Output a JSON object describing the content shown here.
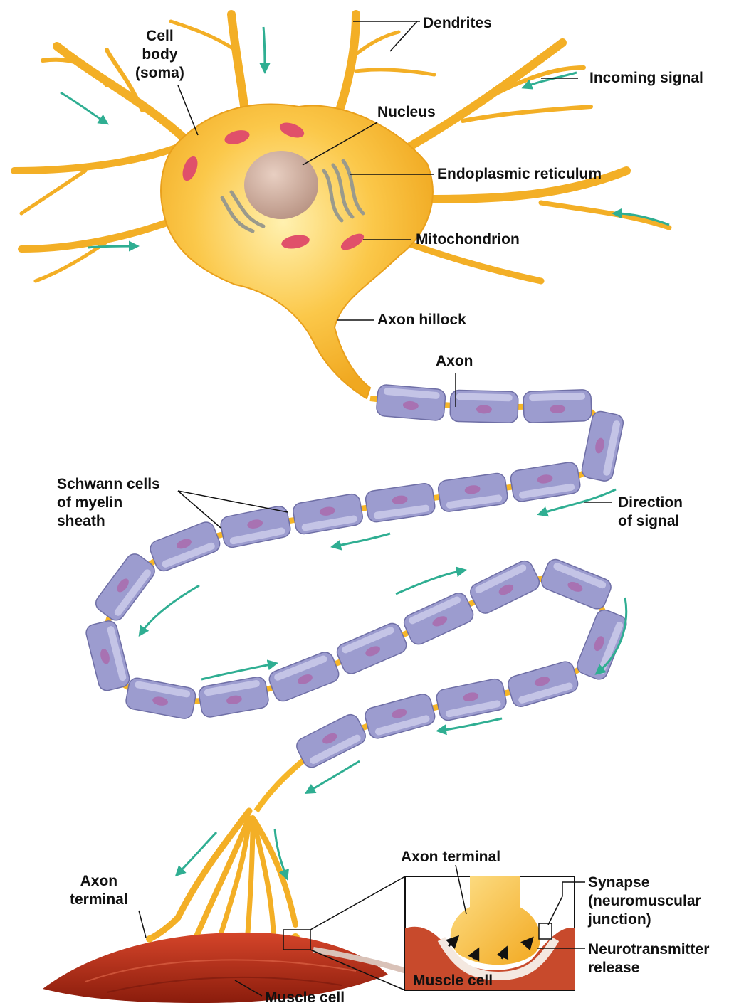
{
  "labels": {
    "cell_body": [
      "Cell",
      "body",
      "(soma)"
    ],
    "dendrites": "Dendrites",
    "incoming_signal": "Incoming signal",
    "nucleus": "Nucleus",
    "endoplasmic_reticulum": "Endoplasmic reticulum",
    "mitochondrion": "Mitochondrion",
    "axon_hillock": "Axon hillock",
    "axon": "Axon",
    "schwann_cells": [
      "Schwann cells",
      "of myelin",
      "sheath"
    ],
    "direction_of_signal": [
      "Direction",
      "of signal"
    ],
    "axon_terminal_left": [
      "Axon",
      "terminal"
    ],
    "axon_terminal_inset": "Axon terminal",
    "synapse": [
      "Synapse",
      "(neuromuscular",
      "junction)"
    ],
    "neurotransmitter_release": [
      "Neurotransmitter",
      "release"
    ],
    "muscle_cell_inset": "Muscle cell",
    "muscle_cell": "Muscle cell"
  },
  "colors": {
    "neuron": "#f6b628",
    "neuron_light": "#fde08a",
    "nucleus": "#c9a595",
    "mitochondria": "#e0506a",
    "er": "#9a9a8c",
    "schwann": "#9c9ccf",
    "schwann_nucleus": "#a872b2",
    "node": "#f6b628",
    "arrow": "#2fae92",
    "muscle": "#b52a12",
    "leader": "#111111"
  }
}
